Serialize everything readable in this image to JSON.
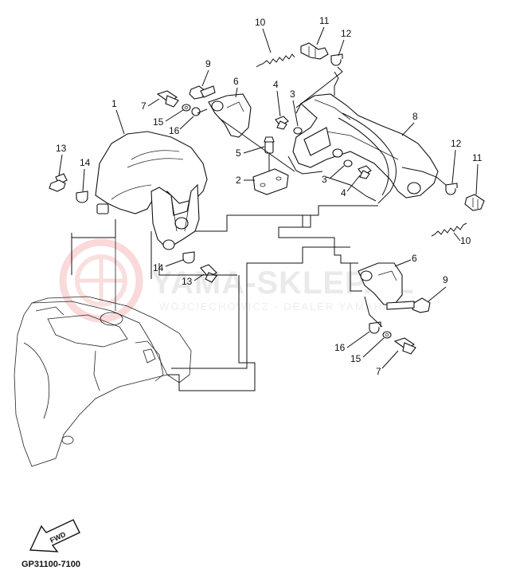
{
  "watermark": {
    "brand": "YAMA-SKLEP.PL",
    "subtitle": "WOJCIECHOWICZ - DEALER YAMAHA"
  },
  "drawing_code": "GP31100-7100",
  "fwd_label": "FWD",
  "callouts": {
    "c1": "1",
    "c2": "2",
    "c3a": "3",
    "c3b": "3",
    "c4a": "4",
    "c4b": "4",
    "c5": "5",
    "c6a": "6",
    "c6b": "6",
    "c7a": "7",
    "c7b": "7",
    "c8": "8",
    "c9a": "9",
    "c9b": "9",
    "c10a": "10",
    "c10b": "10",
    "c11a": "11",
    "c11b": "11",
    "c12a": "12",
    "c12b": "12",
    "c13a": "13",
    "c13b": "13",
    "c14a": "14",
    "c14b": "14",
    "c15a": "15",
    "c15b": "15",
    "c16a": "16",
    "c16b": "16"
  },
  "colors": {
    "watermark_red": "#e23b3b",
    "line": "#111111"
  }
}
